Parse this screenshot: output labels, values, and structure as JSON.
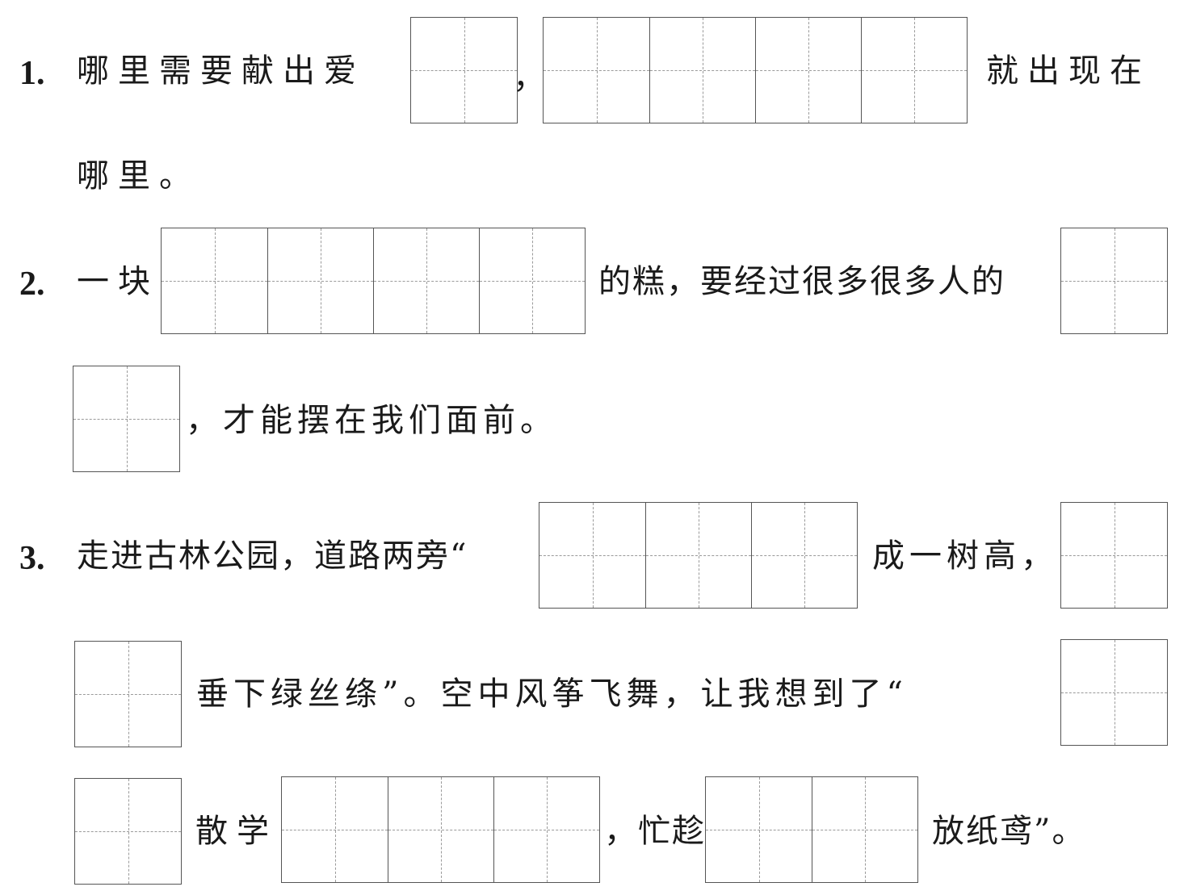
{
  "questions": [
    {
      "number": "1.",
      "texts": [
        "哪里需要献出爱",
        "，",
        "就出现在",
        "哪里。"
      ]
    },
    {
      "number": "2.",
      "texts": [
        "一块",
        "的糕，要经过很多很多人的",
        "，才能摆在我们面前。"
      ]
    },
    {
      "number": "3.",
      "texts": [
        "走进古林公园，道路两旁“",
        "成一树高，",
        "垂下绿丝绦”。空中风筝飞舞，让我想到了“",
        "散学",
        "，忙趁",
        "放纸鸢”。"
      ]
    }
  ]
}
